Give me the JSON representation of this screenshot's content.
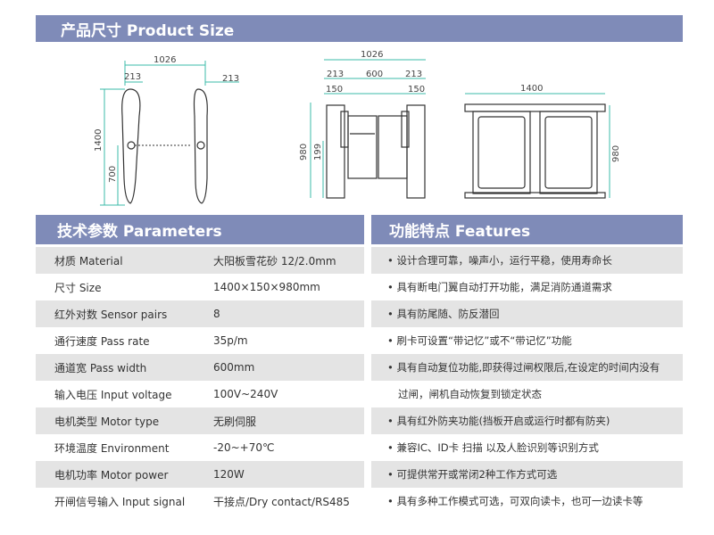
{
  "header": {
    "title": "产品尺寸 Product Size"
  },
  "drawing_left": {
    "width": "1026",
    "side_a": "213",
    "side_b": "213",
    "height": "1400",
    "low_height": "700"
  },
  "drawing_mid": {
    "width": "1026",
    "seg_a": "213",
    "seg_b": "600",
    "seg_c": "213",
    "inner_a": "150",
    "inner_b": "150",
    "height": "980",
    "low_height": "199"
  },
  "drawing_right": {
    "width": "1400",
    "height": "980"
  },
  "parameters": {
    "title": "技术参数 Parameters",
    "rows": [
      {
        "label": "材质 Material",
        "value": "大阳板雪花砂 12/2.0mm"
      },
      {
        "label": "尺寸 Size",
        "value": "1400×150×980mm"
      },
      {
        "label": "红外对数 Sensor pairs",
        "value": "8"
      },
      {
        "label": "通行速度 Pass rate",
        "value": "35p/m"
      },
      {
        "label": "通道宽 Pass width",
        "value": "600mm"
      },
      {
        "label": "输入电压 Input voltage",
        "value": "100V~240V"
      },
      {
        "label": "电机类型 Motor type",
        "value": "无刷伺服"
      },
      {
        "label": "环境温度 Environment",
        "value": "-20~+70℃"
      },
      {
        "label": "电机功率 Motor power",
        "value": "120W"
      },
      {
        "label": "开闸信号输入 Input signal",
        "value": "干接点/Dry contact/RS485"
      }
    ]
  },
  "features": {
    "title": "功能特点 Features",
    "items": [
      "• 设计合理可靠，噪声小，运行平稳，使用寿命长",
      "• 具有断电门翼自动打开功能，满足消防通道需求",
      "• 具有防尾随、防反潜回",
      "• 刷卡可设置“带记忆”或不“带记忆”功能",
      "• 具有自动复位功能,即获得过闸权限后,在设定的时间内没有",
      "过闸，闸机自动恢复到锁定状态",
      "• 具有红外防夹功能(挡板开启或运行时都有防夹)",
      "• 兼容IC、ID卡 扫描 以及人脸识别等识别方式",
      "• 可提供常开或常闭2种工作方式可选",
      "• 具有多种工作模式可选，可双向读卡，也可一边读卡等"
    ]
  }
}
